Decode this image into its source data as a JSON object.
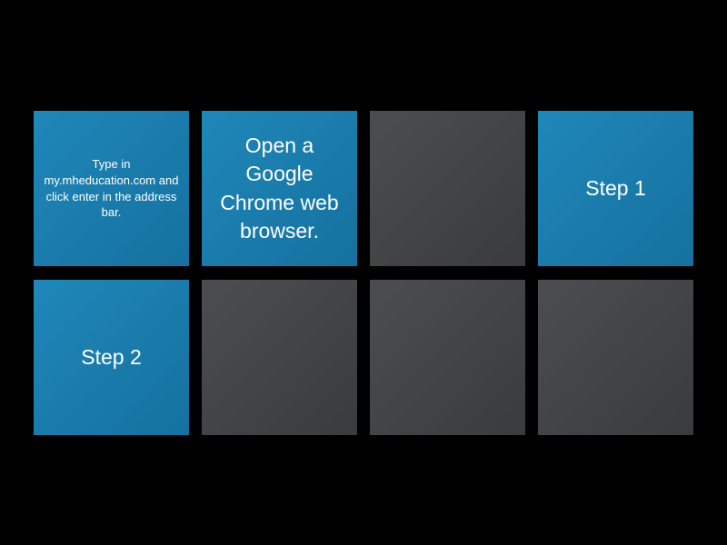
{
  "game": {
    "background_color": "#000000",
    "tile_colors": {
      "revealed": "#1b7fb3",
      "hidden": "#404244",
      "text": "#ffffff"
    },
    "tiles": [
      {
        "state": "revealed",
        "size": "small",
        "text": "Type in my.mheducation.com and click enter in the address bar."
      },
      {
        "state": "revealed",
        "size": "large",
        "text": "Open a Google Chrome web browser."
      },
      {
        "state": "hidden",
        "size": "large",
        "text": ""
      },
      {
        "state": "revealed",
        "size": "large",
        "text": "Step 1"
      },
      {
        "state": "revealed",
        "size": "large",
        "text": "Step 2"
      },
      {
        "state": "hidden",
        "size": "large",
        "text": ""
      },
      {
        "state": "hidden",
        "size": "large",
        "text": ""
      },
      {
        "state": "hidden",
        "size": "large",
        "text": ""
      }
    ]
  }
}
